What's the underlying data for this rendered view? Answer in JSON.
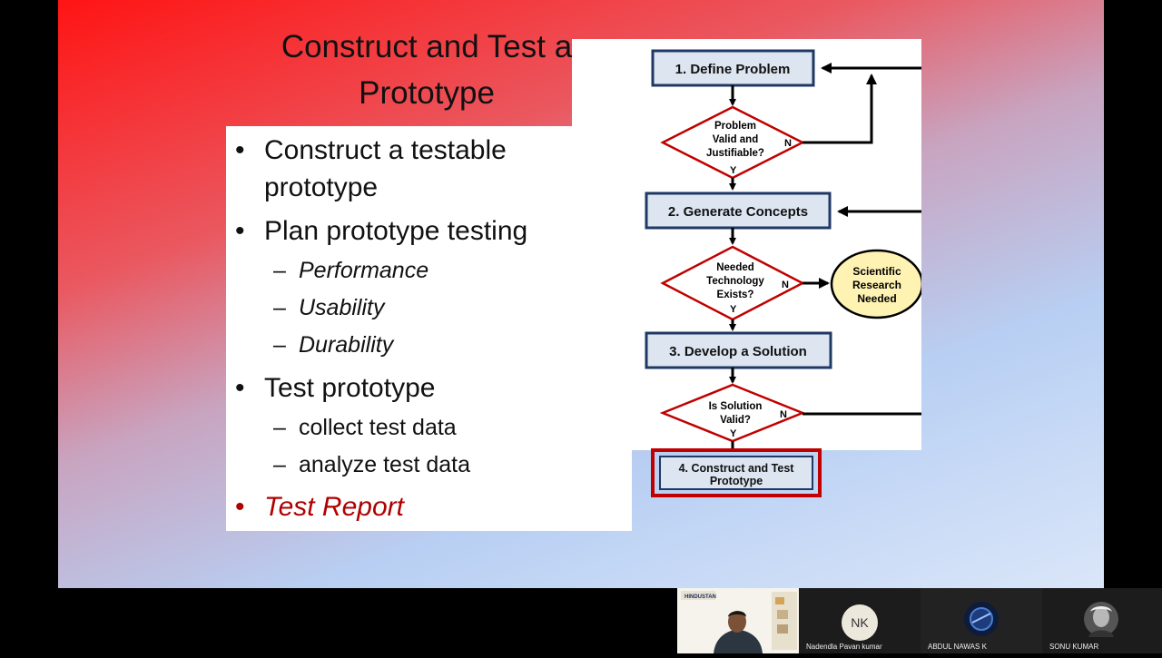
{
  "slide": {
    "title_line1": "Construct and Test a",
    "title_line2": "Prototype",
    "bullets": [
      {
        "text_line1": "Construct a testable",
        "text_line2": "prototype"
      },
      {
        "text": "Plan prototype testing"
      },
      {
        "text": "Test prototype"
      },
      {
        "text": "Test Report"
      }
    ],
    "sub_plan": [
      "Performance",
      "Usability",
      "Durability"
    ],
    "sub_test": [
      "collect test data",
      "analyze test data"
    ],
    "bullet_char": "•",
    "dash_char": "–"
  },
  "flowchart": {
    "step1": "1. Define Problem",
    "step2": "2. Generate Concepts",
    "step3": "3. Develop a Solution",
    "step4_line1": "4. Construct and Test",
    "step4_line2": "Prototype",
    "d1": [
      "Problem",
      "Valid and",
      "Justifiable?"
    ],
    "d2": [
      "Needed",
      "Technology",
      "Exists?"
    ],
    "d3": [
      "Is Solution",
      "Valid?"
    ],
    "oval": [
      "Scientific",
      "Research",
      "Needed"
    ],
    "yes": "Y",
    "no": "N"
  },
  "participants": [
    {
      "name": "",
      "type": "video"
    },
    {
      "name": "Nadendla  Pavan kumar",
      "initials": "NK"
    },
    {
      "name": "ABDUL NAWAS  K",
      "avatar": "globe-avatar"
    },
    {
      "name": "SONU KUMAR",
      "avatar": "portrait-avatar"
    }
  ],
  "colors": {
    "box_fill": "#dde5f1",
    "box_border": "#1f3864",
    "diamond_border": "#c00000",
    "oval_fill": "#fff3b3",
    "highlight": "#c00000"
  }
}
